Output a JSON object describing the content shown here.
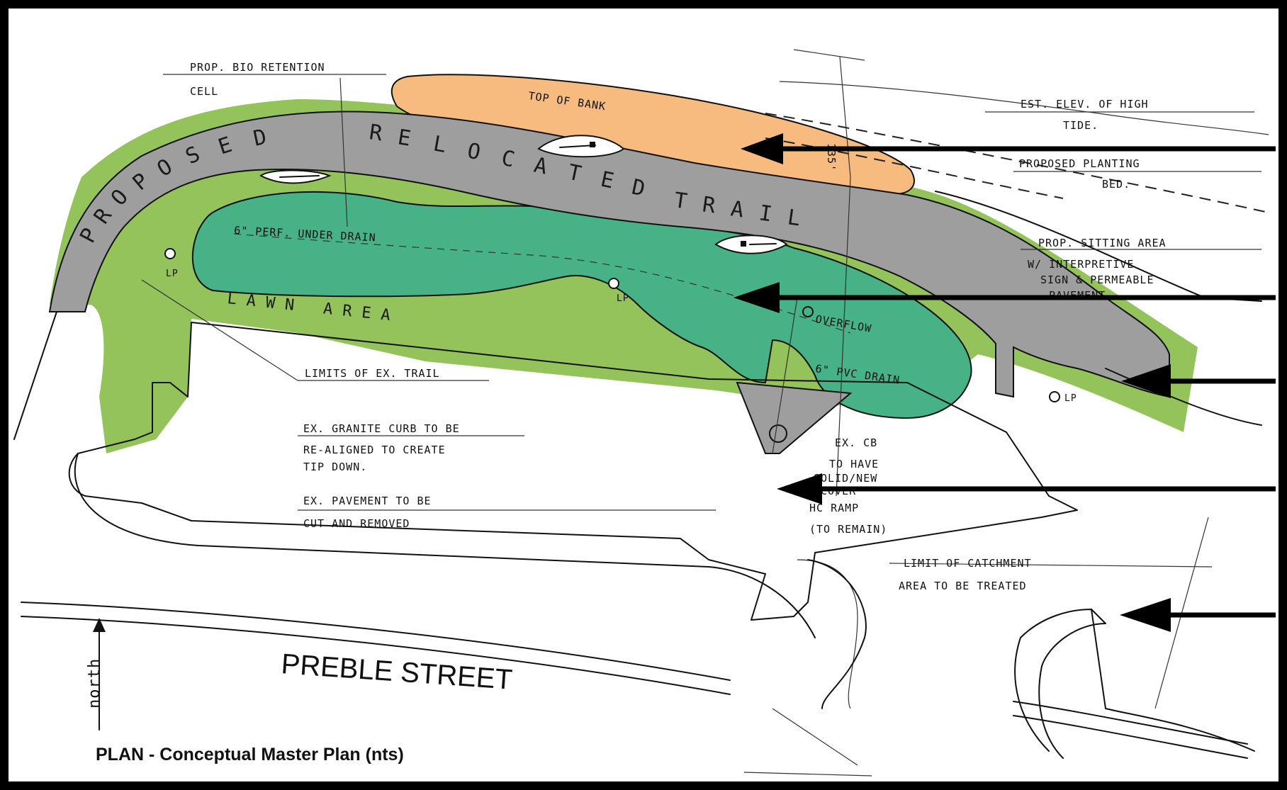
{
  "plan": {
    "caption": "PLAN - Conceptual Master Plan  (nts)",
    "street_name": "PREBLE STREET",
    "north_label": "north",
    "trail_label": "PROPOSED RELOCATED TRAIL",
    "trail_letters": [
      "P",
      "R",
      "O",
      "P",
      "O",
      "S",
      "E",
      "D",
      "R",
      "E",
      "L",
      "O",
      "C",
      "A",
      "T",
      "E",
      "D",
      "T",
      "R",
      "A",
      "I",
      "L"
    ],
    "top_of_bank": "TOP OF BANK",
    "lawn_area": "LAWN AREA",
    "underdrain": "6\" PERF. UNDER DRAIN",
    "pvc_drain": "6\" PVC DRAIN",
    "overflow": "OVERFLOW",
    "lp": "LP",
    "dimension": "135'"
  },
  "annotations": {
    "bio_retention": [
      "PROP. BIO RETENTION",
      "CELL"
    ],
    "high_tide": [
      "EST. ELEV. OF HIGH",
      "TIDE."
    ],
    "planting_bed": [
      "PROPOSED PLANTING",
      "BED."
    ],
    "sitting_area": [
      "PROP. SITTING AREA",
      "W/ INTERPRETIVE",
      "SIGN & PERMEABLE",
      "PAVEMENT"
    ],
    "limits_trail": "LIMITS OF EX. TRAIL",
    "granite_curb": [
      "EX. GRANITE CURB TO BE",
      "RE-ALIGNED TO CREATE",
      "TIP DOWN."
    ],
    "pavement_cut": [
      "EX. PAVEMENT TO BE",
      "CUT AND REMOVED"
    ],
    "catch_basin": [
      "EX. CB",
      "TO HAVE",
      "SOLID/NEW",
      "COVER",
      "HC RAMP",
      "(TO REMAIN)"
    ],
    "catchment": [
      "LIMIT OF CATCHMENT",
      "AREA TO BE TREATED"
    ]
  },
  "colors": {
    "background": "#000000",
    "paper": "#ffffff",
    "lawn": "#93c35a",
    "bioretention": "#47b285",
    "trail": "#9e9e9e",
    "planting_bed": "#f7bb80"
  }
}
